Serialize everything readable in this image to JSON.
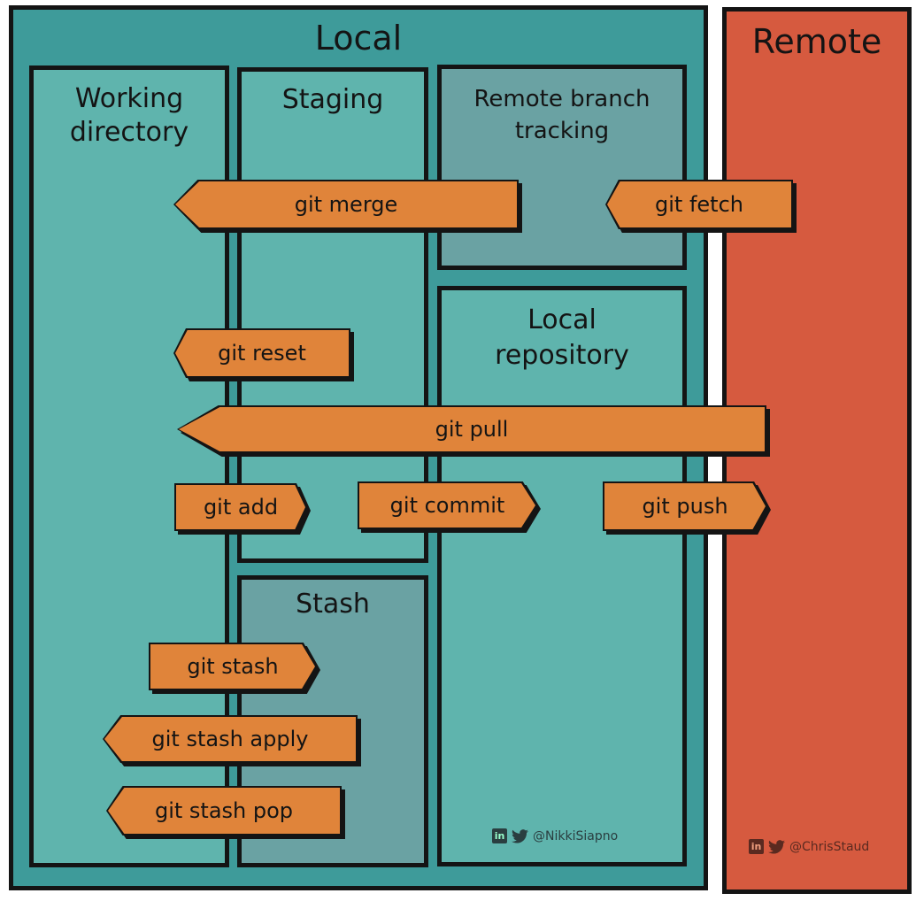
{
  "colors": {
    "local_bg": "#3e9b9a",
    "column_bg": "#5fb4ad",
    "muted_bg": "#6aa2a3",
    "remote_bg": "#d65a3f",
    "arrow_fill": "#e0843a",
    "ink": "#141414"
  },
  "local": {
    "title": "Local"
  },
  "remote": {
    "title": "Remote"
  },
  "areas": {
    "working_directory": "Working directory",
    "staging": "Staging",
    "remote_branch_tracking": "Remote branch tracking",
    "local_repository": "Local repository",
    "stash": "Stash"
  },
  "commands": {
    "merge": "git merge",
    "fetch": "git fetch",
    "reset": "git reset",
    "pull": "git pull",
    "add": "git add",
    "commit": "git commit",
    "push": "git push",
    "stash": "git stash",
    "stash_apply": "git stash apply",
    "stash_pop": "git stash pop"
  },
  "credits": {
    "left": "@NikkiSiapno",
    "right": "@ChrisStaud",
    "linkedin_icon": "linkedin-icon",
    "twitter_icon": "twitter-icon"
  }
}
